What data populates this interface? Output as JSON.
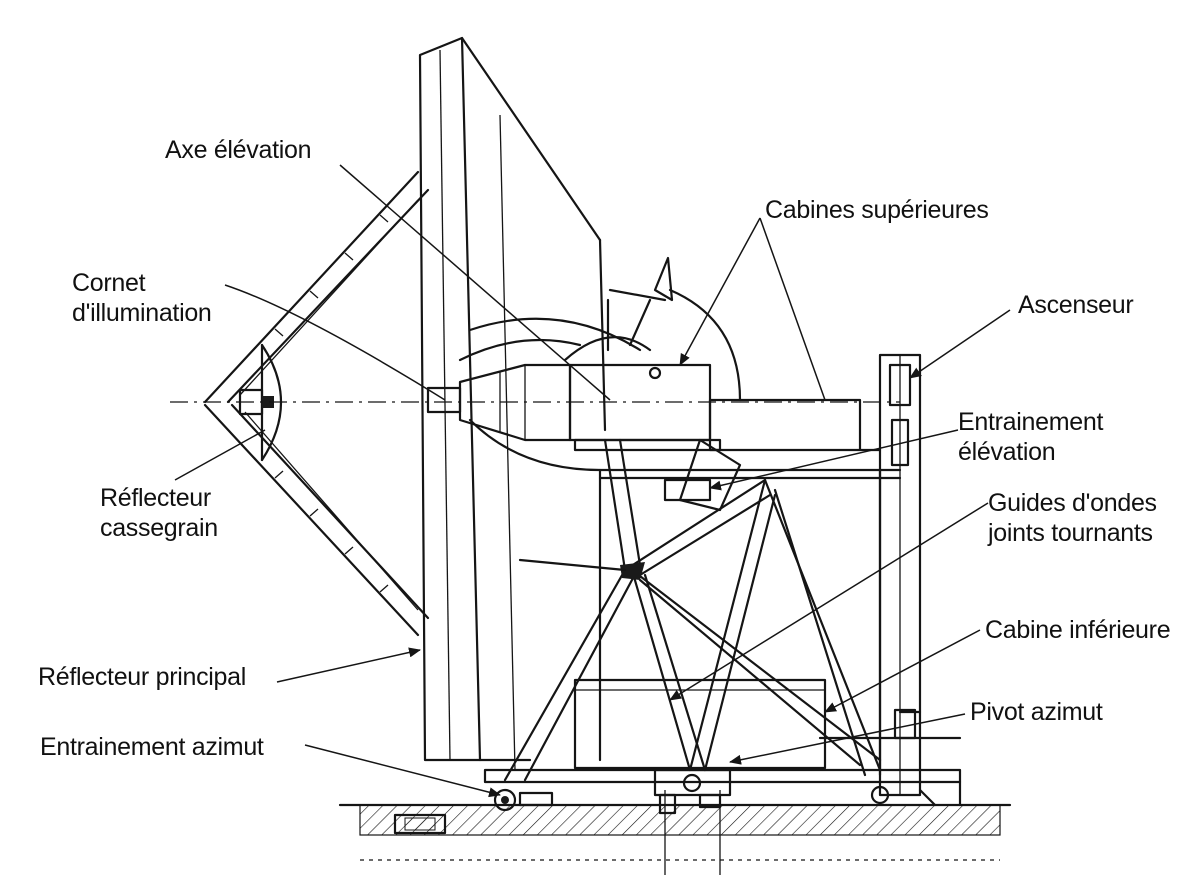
{
  "labels": {
    "axe_elevation": "Axe élévation",
    "cabines_superieures": "Cabines supérieures",
    "cornet_line1": "Cornet",
    "cornet_line2": "d'illumination",
    "ascenseur": "Ascenseur",
    "entrainement_elevation_line1": "Entrainement",
    "entrainement_elevation_line2": "élévation",
    "reflecteur_cassegrain_line1": "Réflecteur",
    "reflecteur_cassegrain_line2": "cassegrain",
    "guides_line1": "Guides d'ondes",
    "guides_line2": "joints tournants",
    "cabine_inferieure": "Cabine inférieure",
    "reflecteur_principal": "Réflecteur principal",
    "pivot_azimut": "Pivot azimut",
    "entrainement_azimut": "Entrainement azimut"
  }
}
